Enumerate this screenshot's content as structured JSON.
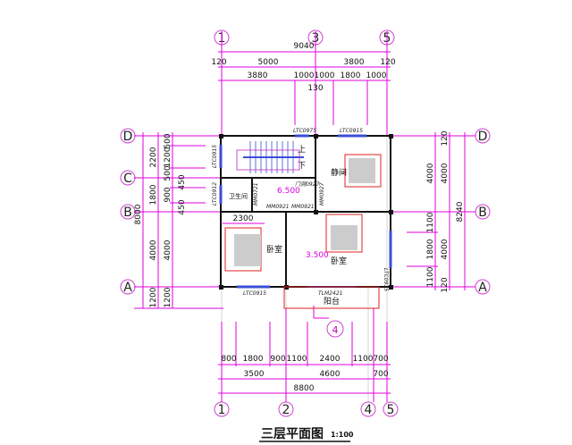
{
  "title": "三层平面图",
  "scale": "1:100",
  "axes": {
    "top": [
      "1",
      "3",
      "5"
    ],
    "bottom": [
      "1",
      "2",
      "4",
      "5"
    ],
    "left": [
      "D",
      "C",
      "B",
      "A"
    ],
    "right": [
      "D",
      "B",
      "A"
    ],
    "detail": "4"
  },
  "dims": {
    "top_total": "9040",
    "top_row2": [
      "120",
      "5000",
      "3800",
      "120"
    ],
    "top_row3": [
      "3880",
      "1000",
      "1000",
      "1800",
      "1000"
    ],
    "top_extra": "130",
    "left_total": "8000",
    "left_row2": [
      "2200",
      "1800",
      "4000",
      "1200"
    ],
    "left_row3": [
      "500",
      "1200",
      "500",
      "900",
      "450",
      "450",
      "4000",
      "1200"
    ],
    "right_row1": [
      "4000",
      "1100",
      "1800",
      "1100"
    ],
    "right_row2": [
      "120",
      "4000",
      "4000",
      "120"
    ],
    "right_total": "8240",
    "bottom_row1": [
      "800",
      "1800",
      "900",
      "1100",
      "2400",
      "1100",
      "700"
    ],
    "bottom_row2": [
      "3500",
      "4600",
      "700"
    ],
    "bottom_total": "8800",
    "inner": "2300"
  },
  "rooms": {
    "stair_up": "上",
    "stair_down": "下",
    "bath": "卫生间",
    "room_ne": "静间",
    "bed_w": "卧室",
    "bed_e": "卧室",
    "balcony": "阳台"
  },
  "levels": [
    "6.500",
    "3.500"
  ],
  "openings": [
    "LTC0975",
    "LTC0915",
    "LTC0915",
    "LTC0912",
    "LTC0915",
    "TLM2421",
    "MM0921",
    "MM0921",
    "门洞0927",
    "LTC0915",
    "MM0721",
    "MM0927"
  ],
  "colors": {
    "dimension": "#e000e0",
    "window": "#3a4fd6",
    "furniture": "#e02020"
  }
}
